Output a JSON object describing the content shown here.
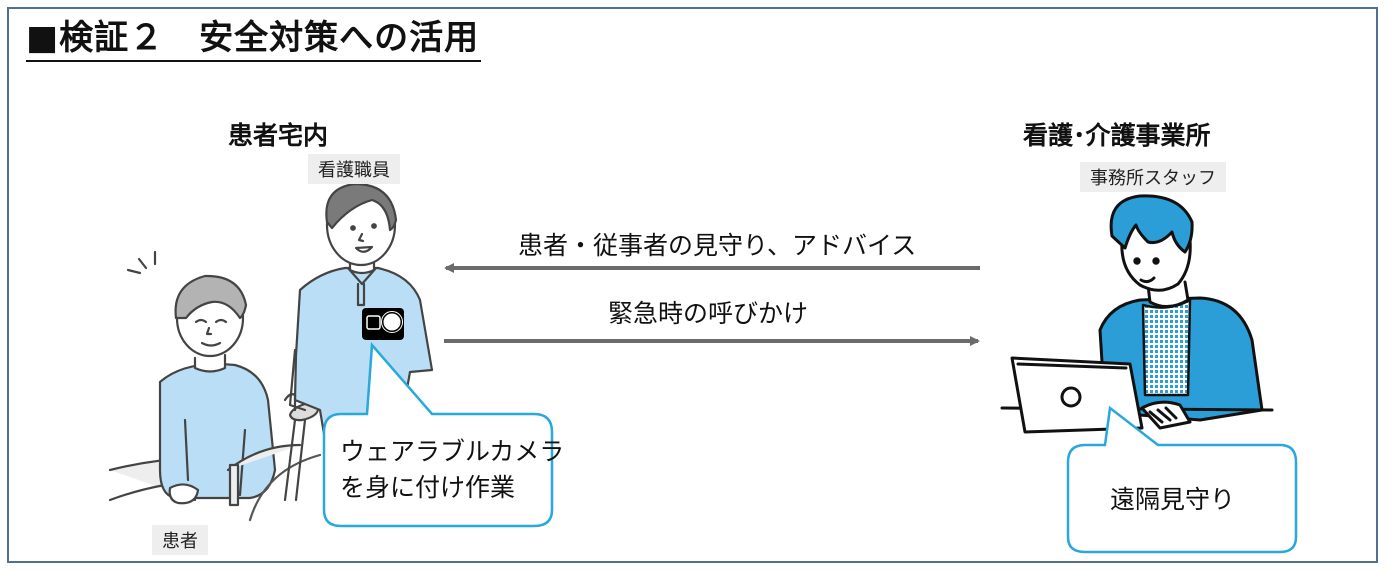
{
  "title": "■検証２　安全対策への活用",
  "left_site": {
    "heading": "患者宅内",
    "nurse_tag": "看護職員",
    "patient_tag": "患者",
    "bubble_lines": [
      "ウェアラブルカメラ",
      "を身に付け作業"
    ]
  },
  "right_site": {
    "heading": "看護･介護事業所",
    "staff_tag": "事務所スタッフ",
    "bubble": "遠隔見守り"
  },
  "flows": [
    {
      "label": "患者・従事者の見守り、アドバイス",
      "direction": "to-left"
    },
    {
      "label": "緊急時の呼びかけ",
      "direction": "to-right"
    }
  ],
  "colors": {
    "frame": "#4f6f93",
    "arrow": "#6b6b6b",
    "bubble_border": "#29a8dd",
    "nurse_shirt": "#b9def5",
    "staff_jacket": "#2b9ed8"
  }
}
